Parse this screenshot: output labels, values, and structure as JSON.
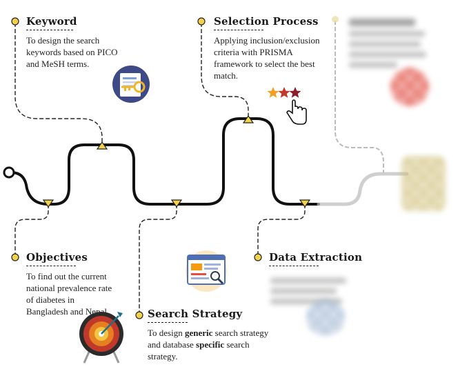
{
  "stages": {
    "keyword": {
      "title": "Keyword",
      "desc": "To design the search keywords based on PICO and MeSH terms."
    },
    "selection": {
      "title": "Selection Process",
      "desc": "Applying inclusion/exclusion criteria with PRISMA framework to select the best match."
    },
    "objectives": {
      "title": "Objectives",
      "desc": "To find out the current national prevalence rate of diabetes in Bangladesh and Nepal."
    },
    "search": {
      "title": "Search Strategy",
      "desc_1": "To design ",
      "desc_bold_1": "generic",
      "desc_2": " search strategy and database ",
      "desc_bold_2": "specific",
      "desc_3": " search strategy."
    },
    "extraction": {
      "title": "Data Extraction"
    }
  },
  "icons": {
    "keyword": "document-key-icon",
    "selection": "star-rating-hand-icon",
    "objectives": "target-arrow-icon",
    "search": "browser-search-icon",
    "extraction": "blurred-image-icon",
    "blurred_stage": "blurred-image-icon"
  },
  "colors": {
    "marker": "#f2d24a",
    "road": "#111111",
    "accent_red": "#d8412c",
    "accent_blue": "#4f6fb5"
  }
}
